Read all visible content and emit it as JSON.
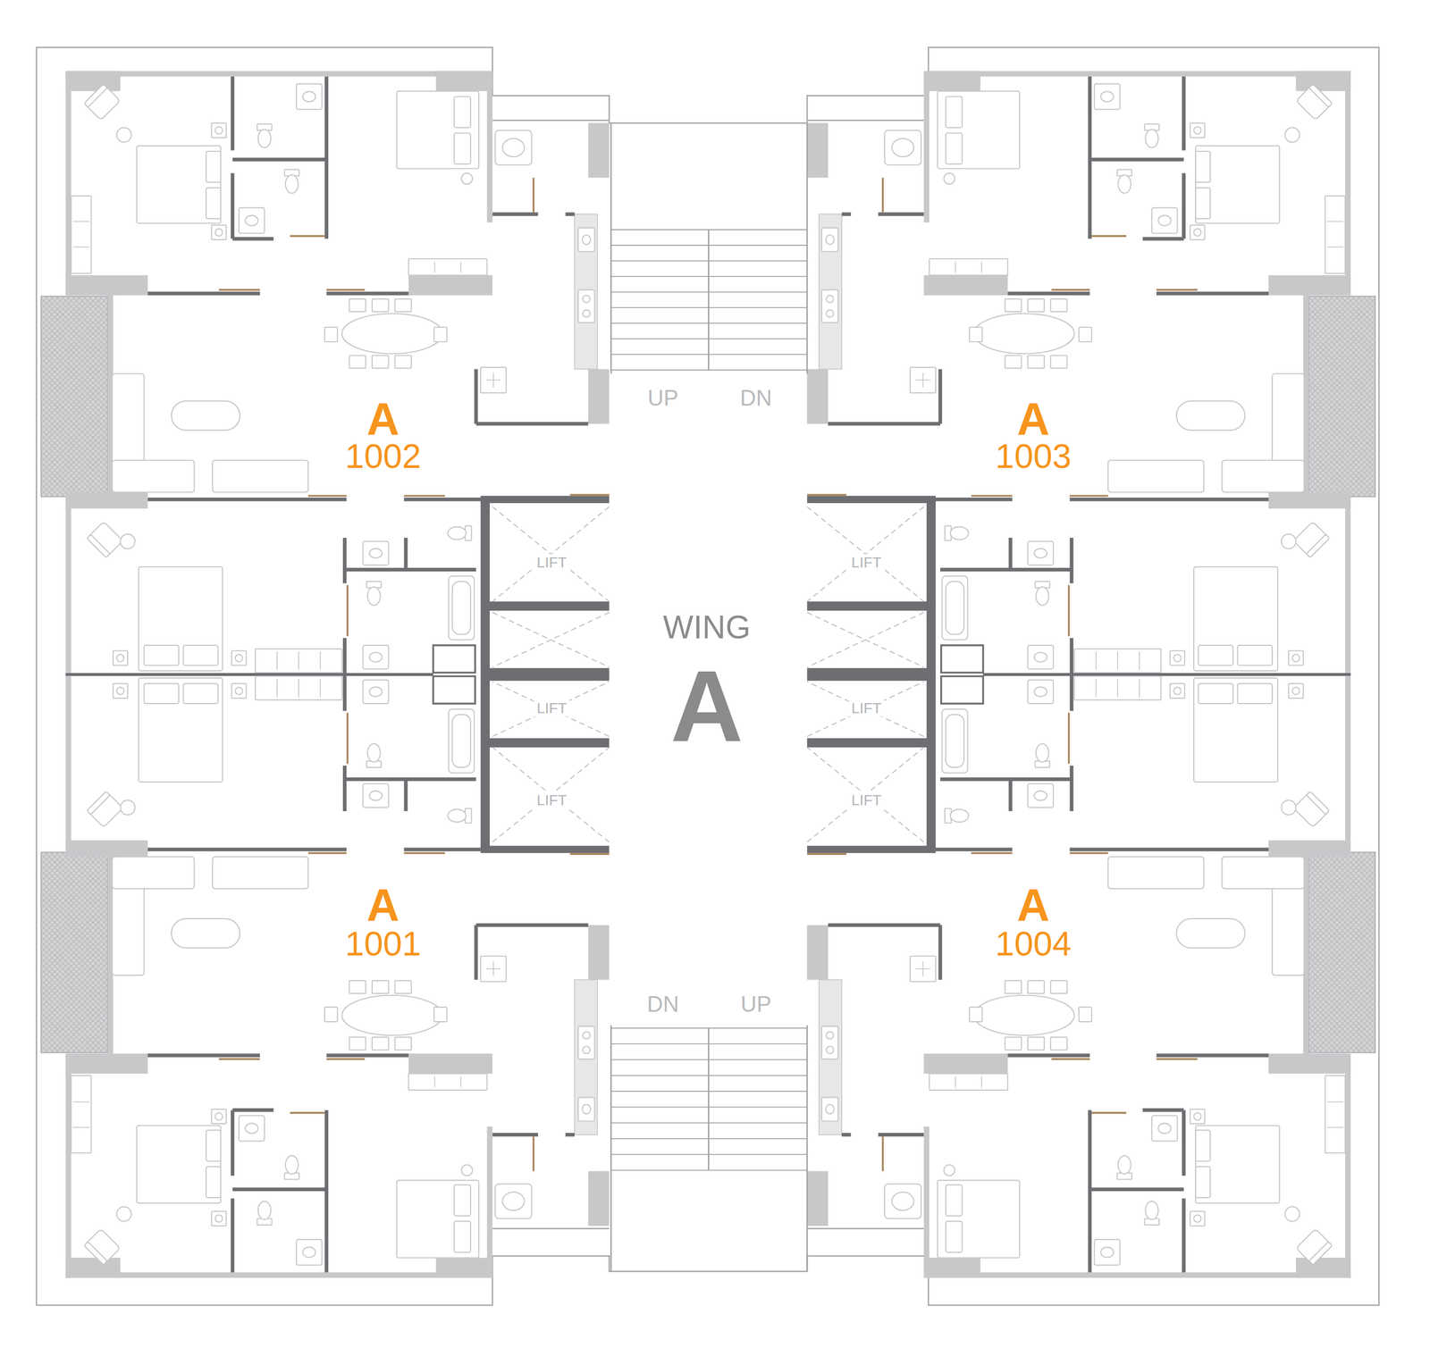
{
  "diagram": {
    "labels": [
      "A",
      "1002",
      "A",
      "1003",
      "UP",
      "DN",
      "LIFT",
      "LIFT",
      "WING",
      "LIFT",
      "A",
      "LIFT",
      "LIFT",
      "LIFT",
      "A",
      "1001",
      "A",
      "1004",
      "DN",
      "UP"
    ]
  }
}
